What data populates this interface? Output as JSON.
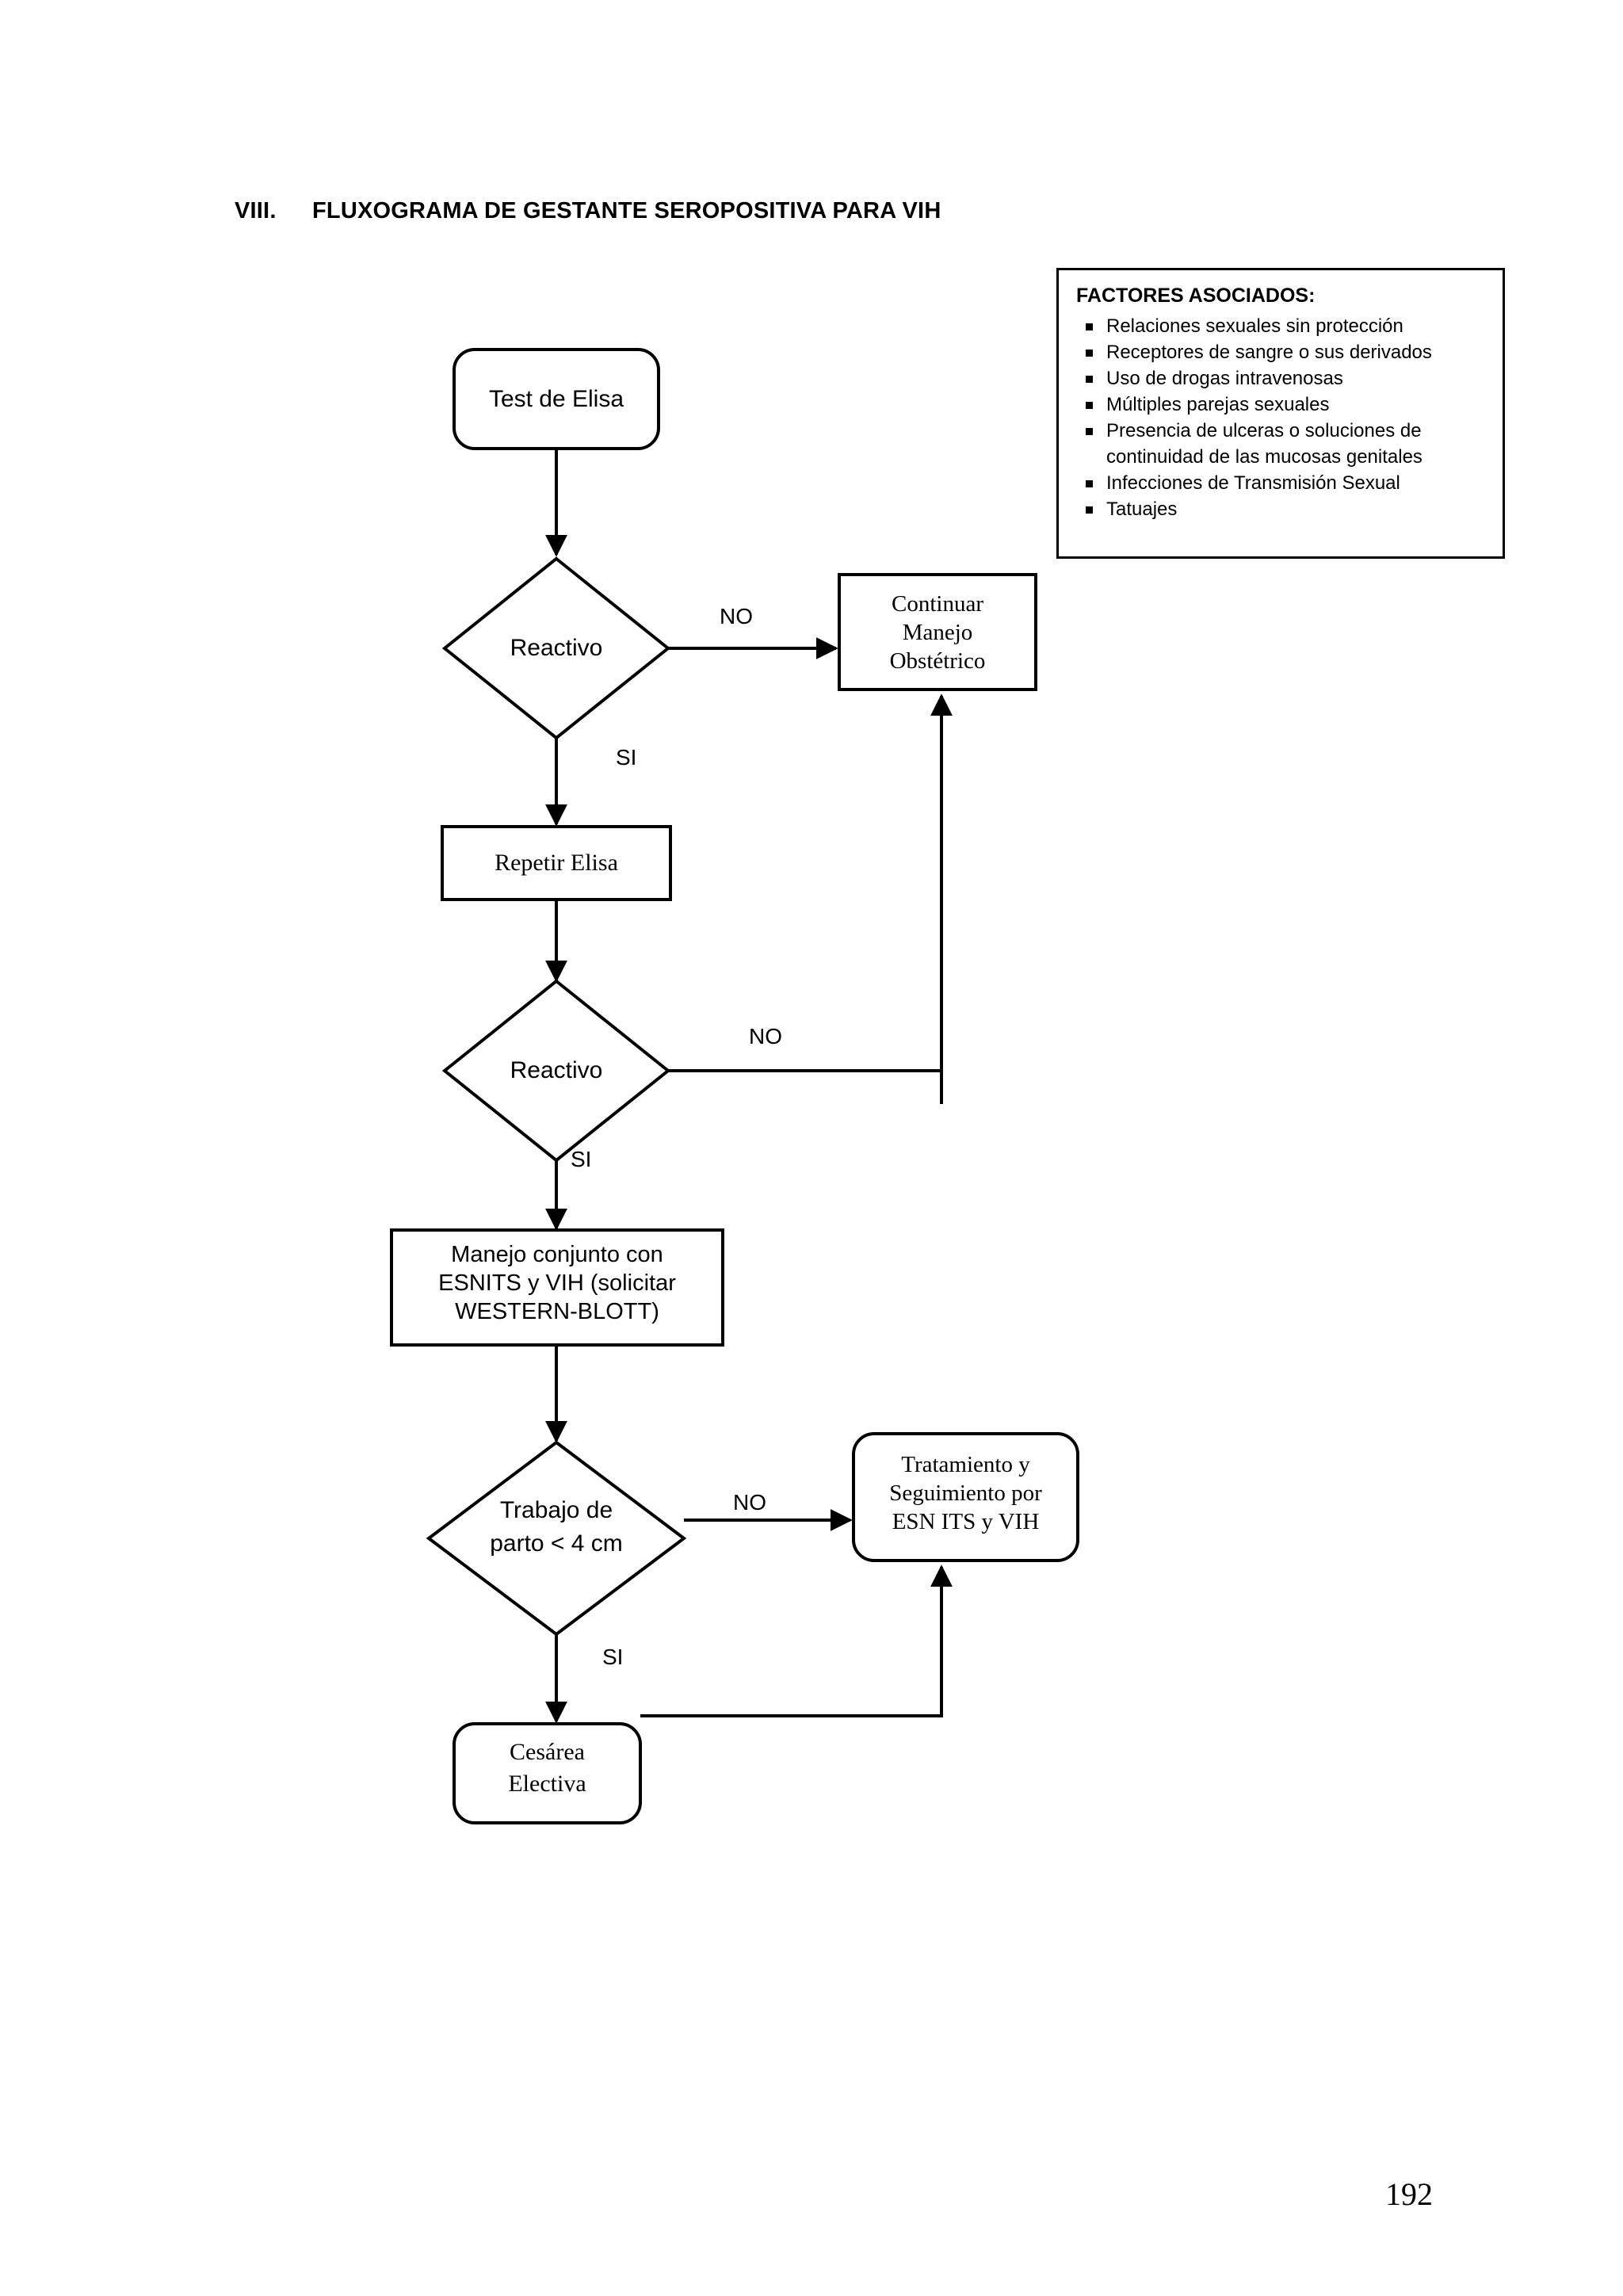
{
  "document": {
    "heading_numeral": "VIII.",
    "heading_title": "FLUXOGRAMA DE GESTANTE SEROPOSITIVA PARA VIH",
    "page_number": "192"
  },
  "factors_box": {
    "title": "FACTORES ASOCIADOS:",
    "bullet_glyph": "square-bullet",
    "items": [
      "Relaciones sexuales sin protección",
      "Receptores de sangre o sus derivados",
      "Uso de drogas intravenosas",
      "Múltiples parejas sexuales",
      "Presencia de ulceras o soluciones de",
      "continuidad de las mucosas genitales",
      "Infecciones de Transmisión Sexual",
      "Tatuajes"
    ],
    "item_is_continuation": [
      false,
      false,
      false,
      false,
      false,
      true,
      false,
      false
    ]
  },
  "flowchart": {
    "nodes": {
      "test_elisa": {
        "label": "Test de Elisa",
        "shape": "rounded-rect",
        "font": "sans"
      },
      "reactivo_1": {
        "label": "Reactivo",
        "shape": "diamond",
        "font": "sans"
      },
      "continuar_manejo": {
        "lines": [
          "Continuar",
          "Manejo",
          "Obstétrico"
        ],
        "shape": "rect",
        "font": "serif"
      },
      "repetir_elisa": {
        "label": "Repetir Elisa",
        "shape": "rect",
        "font": "serif"
      },
      "reactivo_2": {
        "label": "Reactivo",
        "shape": "diamond",
        "font": "sans"
      },
      "manejo_conjunto": {
        "lines": [
          "Manejo conjunto con",
          "ESNITS y VIH (solicitar",
          "WESTERN-BLOTT)"
        ],
        "shape": "rect",
        "font": "sans"
      },
      "trabajo_parto": {
        "lines": [
          "Trabajo de",
          "parto < 4 cm"
        ],
        "shape": "diamond",
        "font": "sans"
      },
      "tratamiento": {
        "lines": [
          "Tratamiento y",
          "Seguimiento por",
          "ESN ITS y VIH"
        ],
        "shape": "rounded-rect",
        "font": "serif"
      },
      "cesarea": {
        "lines": [
          "Cesárea",
          "Electiva"
        ],
        "shape": "rounded-rect",
        "font": "serif"
      }
    },
    "edge_labels": {
      "no_1": "NO",
      "si_1": "SI",
      "no_2": "NO",
      "si_2": "SI",
      "no_3": "NO",
      "si_3": "SI"
    }
  },
  "colors": {
    "stroke": "#000000",
    "background": "#ffffff",
    "text": "#000000"
  }
}
